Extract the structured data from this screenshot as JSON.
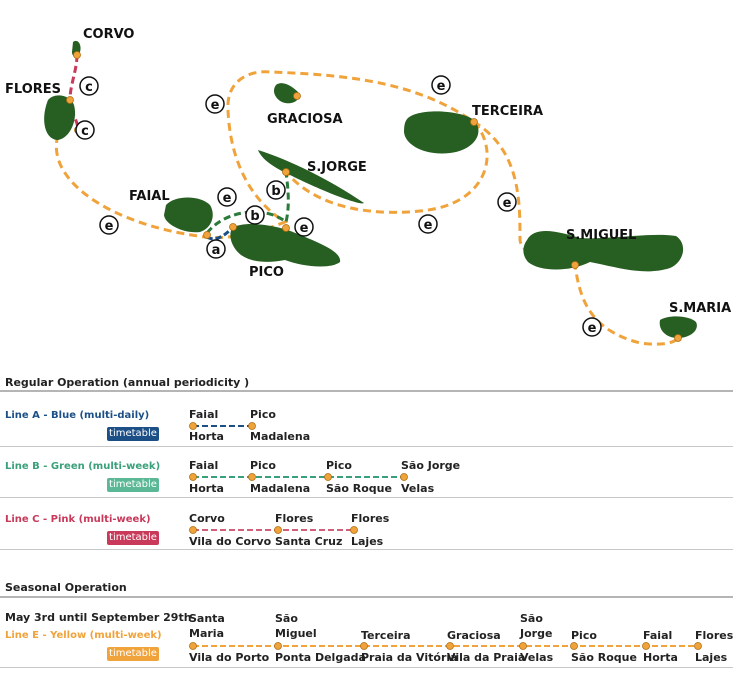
{
  "map": {
    "islands": {
      "corvo": "CORVO",
      "flores": "FLORES",
      "graciosa": "GRACIOSA",
      "terceira": "TERCEIRA",
      "sjorge": "S.JORGE",
      "faial": "FAIAL",
      "pico": "PICO",
      "smiguel": "S.MIGUEL",
      "smaria": "S.MARIA"
    },
    "route_letters": {
      "c": "c",
      "e": "e",
      "b": "b",
      "a": "a"
    },
    "colors": {
      "land": "#275e22",
      "line_a": "#1c4f86",
      "line_b": "#2a7a3a",
      "line_c": "#c8395a",
      "line_e": "#f0a33b",
      "stop": "#f0a33b"
    }
  },
  "regular": {
    "title": "Regular Operation (annual periodicity )",
    "lines": [
      {
        "label": "Line A - Blue (multi-daily)",
        "label_color": "#1c4f86",
        "timetable": "timetable",
        "button_color": "#1c4f86",
        "line_color": "#1c4f86",
        "stops": [
          {
            "top": "Faial",
            "bottom": "Horta"
          },
          {
            "top": "Pico",
            "bottom": "Madalena"
          }
        ]
      },
      {
        "label": "Line B - Green (multi-week)",
        "label_color": "#3aa07a",
        "timetable": "timetable",
        "button_color": "#5bb896",
        "line_color": "#3aa07a",
        "stops": [
          {
            "top": "Faial",
            "bottom": "Horta"
          },
          {
            "top": "Pico",
            "bottom": "Madalena"
          },
          {
            "top": "Pico",
            "bottom": "São Roque"
          },
          {
            "top": "São Jorge",
            "bottom": "Velas"
          }
        ]
      },
      {
        "label": "Line C - Pink (multi-week)",
        "label_color": "#c8395a",
        "timetable": "timetable",
        "button_color": "#c8395a",
        "line_color": "#d0607a",
        "stops": [
          {
            "top": "Corvo",
            "bottom": "Vila do Corvo"
          },
          {
            "top": "Flores",
            "bottom": "Santa Cruz"
          },
          {
            "top": "Flores",
            "bottom": "Lajes"
          }
        ]
      }
    ]
  },
  "seasonal": {
    "title": "Seasonal Operation",
    "date_range": "May 3rd until September 29th",
    "line": {
      "label": "Line E - Yellow (multi-week)",
      "label_color": "#f0a33b",
      "timetable": "timetable",
      "button_color": "#f0a33b",
      "line_color": "#f0a33b",
      "stops": [
        {
          "top1": "Santa",
          "top2": "Maria",
          "bottom": "Vila do Porto"
        },
        {
          "top1": "São",
          "top2": "Miguel",
          "bottom": "Ponta Delgada"
        },
        {
          "top1": "",
          "top2": "Terceira",
          "bottom": "Praia da Vitória"
        },
        {
          "top1": "",
          "top2": "Graciosa",
          "bottom": "Vila da Praia"
        },
        {
          "top1": "São",
          "top2": "Jorge",
          "bottom": "Velas"
        },
        {
          "top1": "",
          "top2": "Pico",
          "bottom": "São Roque"
        },
        {
          "top1": "",
          "top2": "Faial",
          "bottom": "Horta"
        },
        {
          "top1": "",
          "top2": "Flores",
          "bottom": "Lajes"
        }
      ]
    }
  }
}
